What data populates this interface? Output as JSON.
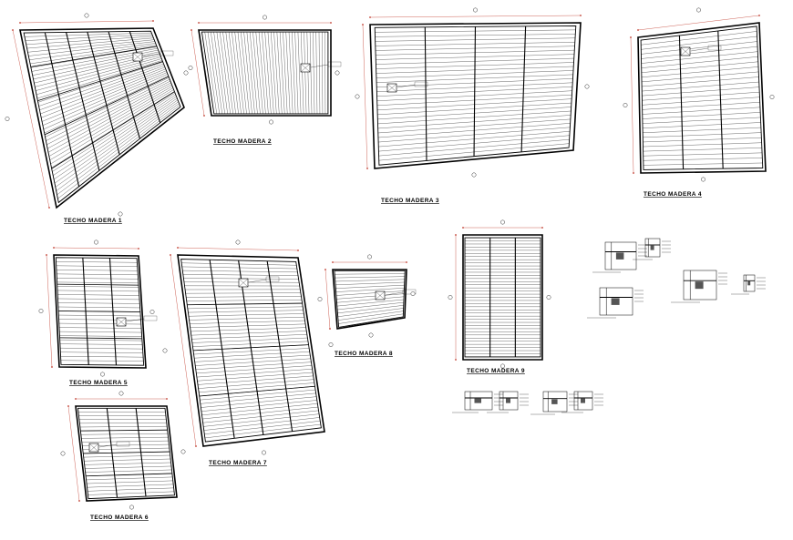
{
  "drawing": {
    "sheet_background": "#ffffff",
    "line_color": "#000000",
    "dimension_color": "#c0392b",
    "plans": [
      {
        "id": "1",
        "label": "TECHO MADERA 1"
      },
      {
        "id": "2",
        "label": "TECHO MADERA 2"
      },
      {
        "id": "3",
        "label": "TECHO MADERA 3"
      },
      {
        "id": "4",
        "label": "TECHO MADERA 4"
      },
      {
        "id": "5",
        "label": "TECHO MADERA 5"
      },
      {
        "id": "6",
        "label": "TECHO MADERA 6"
      },
      {
        "id": "7",
        "label": "TECHO MADERA 7"
      },
      {
        "id": "8",
        "label": "TECHO MADERA 8"
      },
      {
        "id": "9",
        "label": "TECHO MADERA 9"
      }
    ]
  }
}
